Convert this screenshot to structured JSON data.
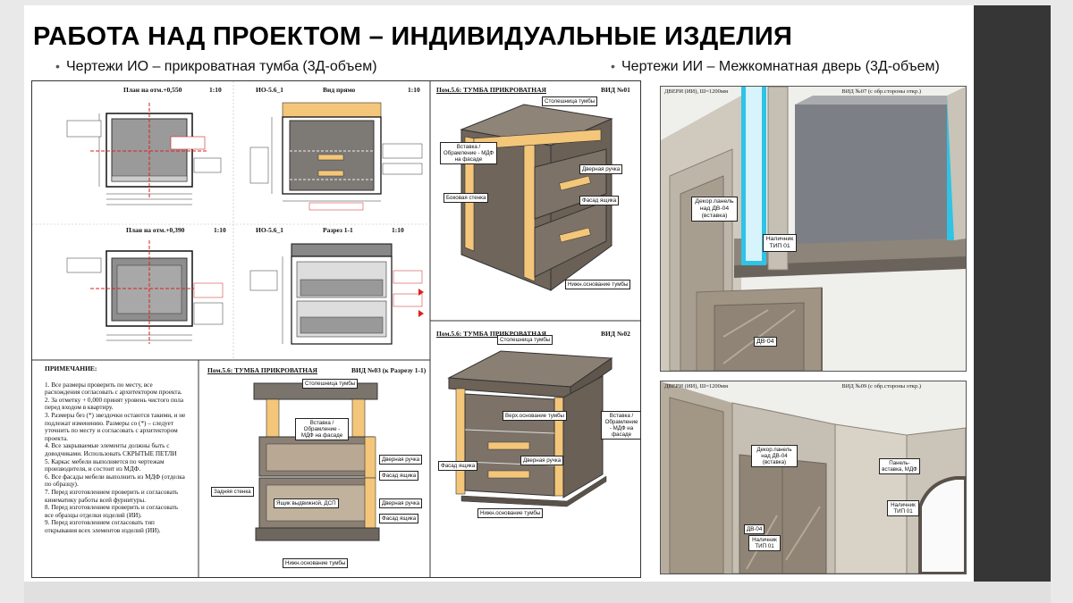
{
  "title": "РАБОТА НАД ПРОЕКТОМ – ИНДИВИДУАЛЬНЫЕ ИЗДЕЛИЯ",
  "bullets": {
    "left": "Чертежи ИО – прикроватная тумба (3Д-объем)",
    "right": "Чертежи ИИ – Межкомнатная дверь (3Д-объем)"
  },
  "drawings": {
    "plan1": {
      "title": "План на отм.+0,550",
      "scale": "1:10"
    },
    "plan2": {
      "title": "План на отм.+0,390",
      "scale": "1:10"
    },
    "front": {
      "code": "ИО-5.6_1",
      "title": "Вид прямо",
      "scale": "1:10"
    },
    "section": {
      "code": "ИО-5.6_1",
      "title": "Разрез 1-1",
      "scale": "1:10"
    },
    "view01": {
      "title": "Пом.5.6: ТУМБА ПРИКРОВАТНАЯ",
      "code": "ВИД №01"
    },
    "view02": {
      "title": "Пом.5.6: ТУМБА ПРИКРОВАТНАЯ",
      "code": "ВИД №02"
    },
    "view03": {
      "title": "Пом.5.6: ТУМБА ПРИКРОВАТНАЯ",
      "code": "ВИД №03 (к Разрезу 1-1)"
    }
  },
  "notes": {
    "heading": "ПРИМЕЧАНИЕ:",
    "items": [
      "1. Все размеры проверить по месту, все расхождения согласовать с архитектором проекта.",
      "2. За отметку + 0,000 принят уровень чистого пола перед входом в квартиру.",
      "3. Размеры без (*) звездочки остаются такими, и не подлежат изменению. Размеры со (*) – следует уточнить по месту и согласовать с архитектором проекта.",
      "4. Все закрываемые элементы должны быть с доводчиками. Использовать СКРЫТЫЕ ПЕТЛИ",
      "5. Каркас мебели выполняется по чертежам производителя, и состоит из МДФ.",
      "6. Все фасады мебели выполнить из МДФ (отделка по образцу).",
      "7. Перед изготовлением проверить и согласовать кинематику работы всей фурнитуры.",
      "8. Перед изготовлением проверить и согласовать все образцы отделки изделий (ИИ).",
      "9. Перед изготовлением согласовать тип открывания всех элементов изделий (ИИ)."
    ]
  },
  "callouts": {
    "v01": {
      "countertop": "Столешница тумбы",
      "insert": "Вставка / Обрамление - МДФ на фасаде",
      "handle": "Дверная ручка",
      "side": "Боковая стенка",
      "drawer_front": "Фасад ящика",
      "base": "Нижн.основание тумбы"
    },
    "v02": {
      "countertop": "Столешница тумбы",
      "upper_base": "Верх.основание тумбы",
      "insert": "Вставка / Обрамление - МДФ на фасаде",
      "drawer_front": "Фасад ящика",
      "handle": "Дверная ручка",
      "base": "Нижн.основание тумбы"
    },
    "v03": {
      "countertop": "Столешница тумбы",
      "insert": "Вставка / Обрамление - МДФ на фасаде",
      "handle1": "Дверная ручка",
      "drawer_front1": "Фасад ящика",
      "back": "Задняя стенка",
      "drawer": "Ящик выдвижной, ДСП",
      "handle2": "Дверная ручка",
      "drawer_front2": "Фасад ящика",
      "base": "Нижн.основание тумбы"
    }
  },
  "door_views": {
    "v07": {
      "header": "ДВЕРИ (ИИ), Ш=1200мм",
      "code": "ВИД №07 (с обр.стороны откр.)",
      "callout_panel": "Декор.панель над ДВ-04 (вставка)",
      "callout_trim": "Наличник ТИП 01",
      "tag": "ДВ-04"
    },
    "v09": {
      "header": "ДВЕРИ (ИИ), Ш=1200мм",
      "code": "ВИД №09 (с обр.стороны откр.)",
      "callout_panel": "Декор.панель над ДВ-04 (вставка)",
      "callout_wall": "Панель-вставка, МДФ",
      "callout_trim_right": "Наличник ТИП 01",
      "callout_trim_left": "Наличник ТИП 01",
      "tag": "ДВ-04"
    }
  },
  "colors": {
    "cabinet_dark": "#6f655a",
    "cabinet_light": "#a99d8d",
    "frame_orange": "#f4c67a",
    "door_wall": "#c6bfb3",
    "glass_blue": "#2fc3e6",
    "right_bar": "#363636"
  }
}
